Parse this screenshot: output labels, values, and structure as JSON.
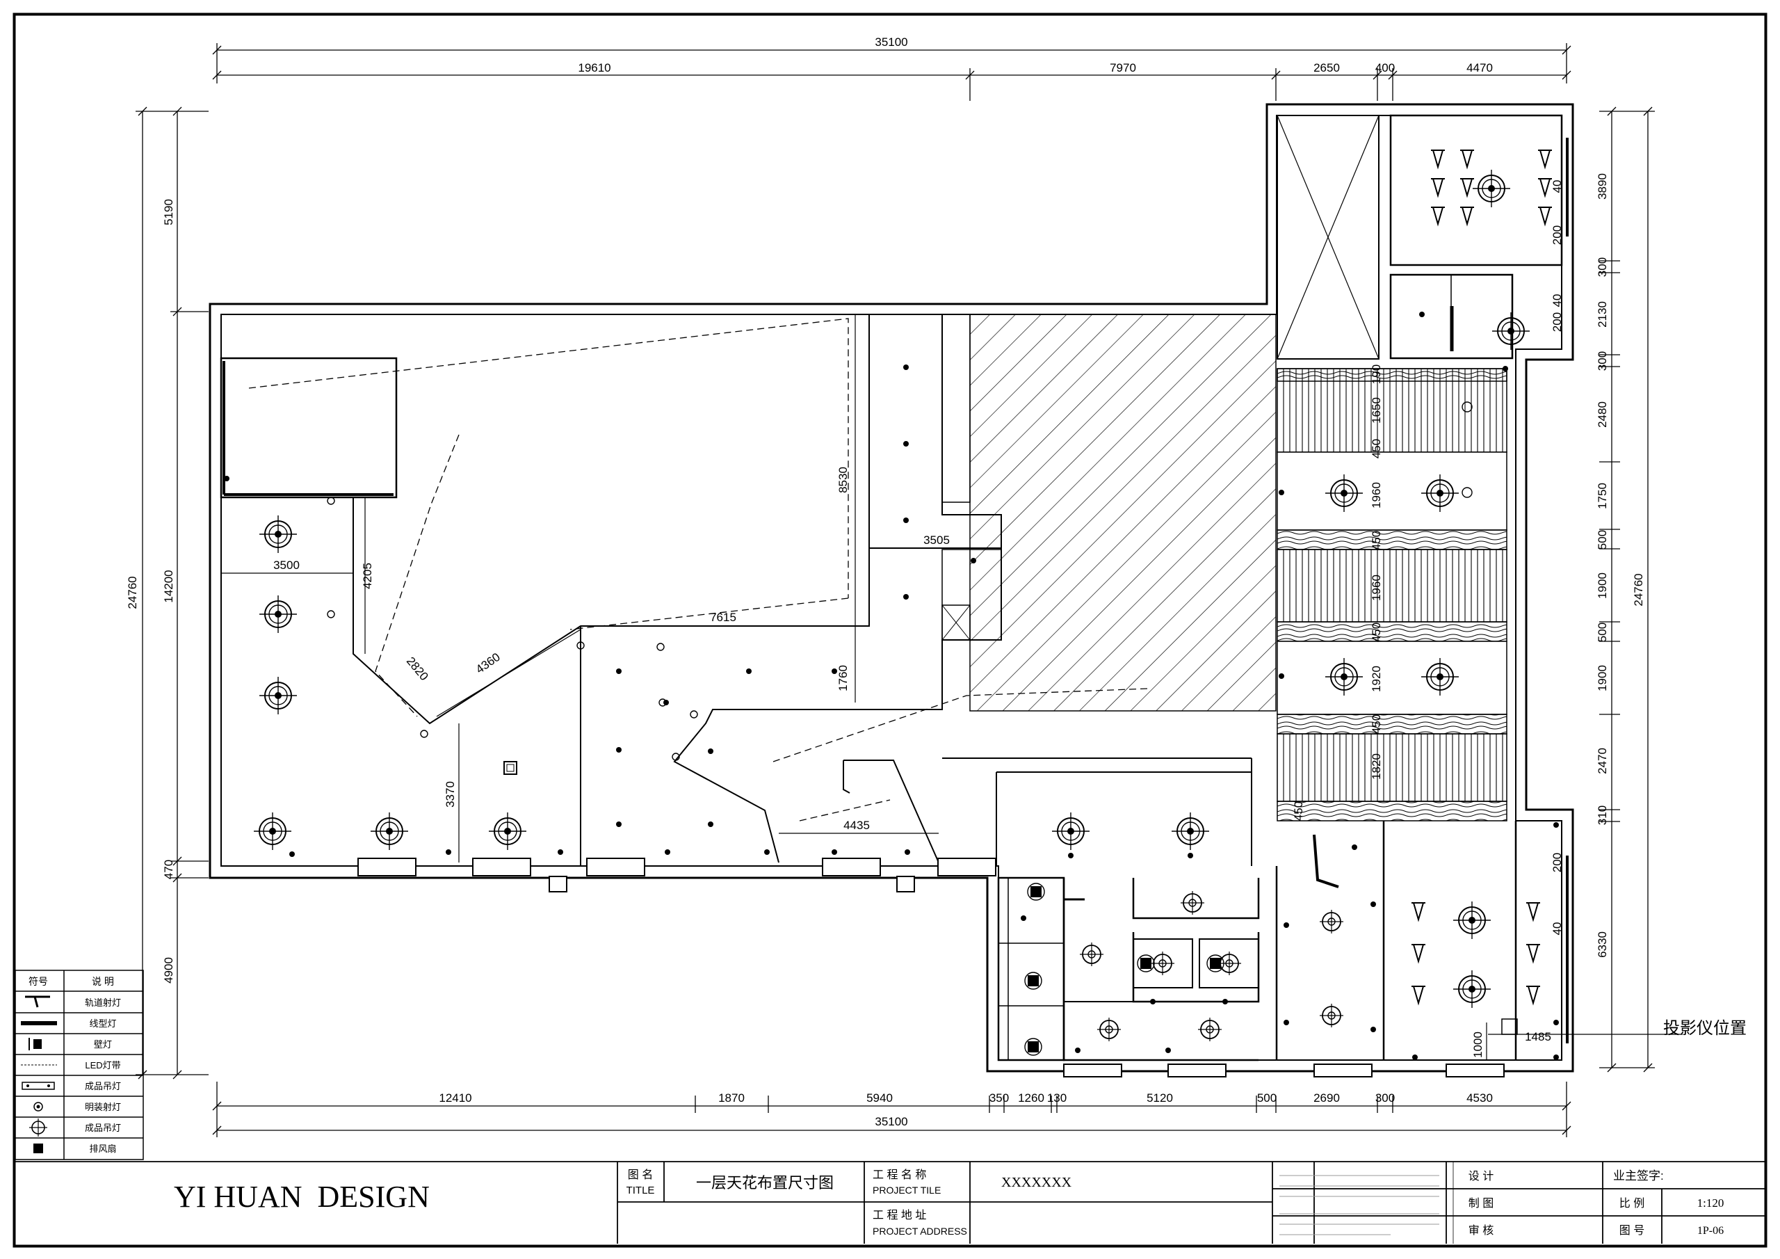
{
  "dimensions": {
    "top_total": "35100",
    "top_segments": [
      "19610",
      "7970",
      "2650",
      "400",
      "4470"
    ],
    "bottom_segments": [
      "12410",
      "1870",
      "5940",
      "350",
      "1260",
      "130",
      "5120",
      "500",
      "2690",
      "300",
      "4530"
    ],
    "bottom_total": "35100",
    "left_total": "24760",
    "left_segments": [
      "5190",
      "14200",
      "470",
      "4900"
    ],
    "right_segments": [
      "3890",
      "300",
      "2130",
      "300",
      "2480",
      "1750",
      "500",
      "1900",
      "500",
      "1900",
      "2470",
      "310",
      "6330"
    ],
    "right_total": "24760",
    "interior": [
      "3500",
      "4205",
      "2820",
      "4360",
      "7615",
      "8530",
      "3505",
      "1760",
      "3370",
      "4435",
      "1485",
      "1000"
    ],
    "inner_right": [
      "1650",
      "1960",
      "1960",
      "1920",
      "1820",
      "190",
      "450",
      "450",
      "450",
      "450",
      "450",
      "40",
      "200",
      "40",
      "200",
      "40",
      "200"
    ]
  },
  "annotation": {
    "projector": "投影仪位置"
  },
  "legend": {
    "header_symbol": "符号",
    "header_desc": "说 明",
    "items": [
      {
        "icon": "track-spotlight-icon",
        "label": "轨道射灯"
      },
      {
        "icon": "linear-light-icon",
        "label": "线型灯"
      },
      {
        "icon": "wall-lamp-icon",
        "label": "壁灯"
      },
      {
        "icon": "led-strip-icon",
        "label": "LED灯带"
      },
      {
        "icon": "pendant-panel-icon",
        "label": "成品吊灯"
      },
      {
        "icon": "recessed-spotlight-icon",
        "label": "明装射灯"
      },
      {
        "icon": "pendant-lamp-icon",
        "label": "成品吊灯"
      },
      {
        "icon": "exhaust-fan-icon",
        "label": "排风扇"
      }
    ]
  },
  "title_block": {
    "brand": "YI HUAN  DESIGN",
    "drawing_name_label_cn": "图 名",
    "drawing_name_label_en": "TITLE",
    "drawing_name": "一层天花布置尺寸图",
    "project_name_label_cn": "工 程 名 称",
    "project_name_label_en": "PROJECT TILE",
    "project_name": "XXXXXXX",
    "project_address_label_cn": "工 程 地 址",
    "project_address_label_en": "PROJECT ADDRESS",
    "design_label": "设 计",
    "drafting_label": "制 图",
    "review_label": "审 核",
    "owner_sign_label": "业主签字:",
    "scale_label": "比 例",
    "scale_value": "1:120",
    "drawing_no_label": "图 号",
    "drawing_no_value": "1P-06"
  }
}
